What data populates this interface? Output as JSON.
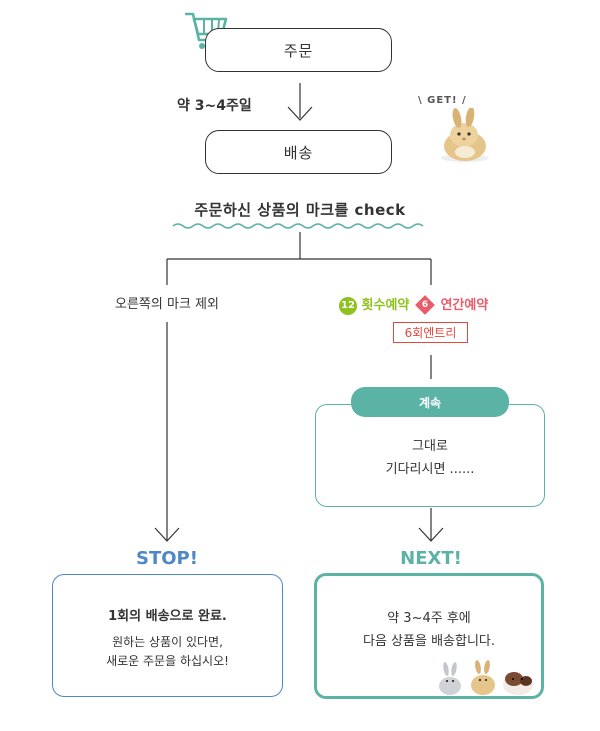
{
  "steps": {
    "order": "주문",
    "duration": "약 3~4주일",
    "shipping": "배송",
    "check": "주문하신 상품의 마크를 check"
  },
  "mascot_top": {
    "speech": "GET!"
  },
  "branches": {
    "left_condition": "오른쪽의 마크 제외",
    "right": {
      "badge_green": "12",
      "label_green": "횟수예약",
      "badge_pink": "6",
      "label_pink": "연간예약",
      "note": "6회엔트리"
    }
  },
  "continue_box": {
    "tab": "계속",
    "line1": "그대로",
    "line2": "기다리시면 ......"
  },
  "stop": {
    "heading": "STOP!",
    "line1": "1회의 배송으로 완료.",
    "line2": "원하는 상품이 있다면,",
    "line3": "새로운 주문을 하십시오!"
  },
  "next": {
    "heading": "NEXT!",
    "line1": "약 3~4주 후에",
    "line2": "다음 상품을 배송합니다."
  },
  "colors": {
    "teal": "#5bb3a6",
    "blue_heading": "#4f88c6",
    "green_badge": "#8dc21f",
    "pink_badge": "#e85c6b",
    "red_note": "#e4473d"
  },
  "icons": [
    "shopping-cart-icon",
    "rabbit-mascot-icon",
    "animal-group-icon"
  ]
}
